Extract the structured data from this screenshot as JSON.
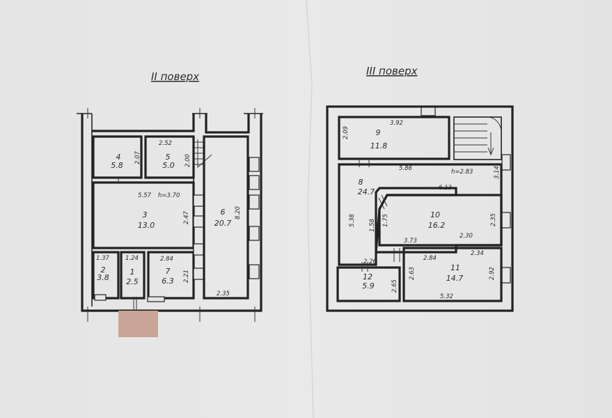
{
  "floors": [
    {
      "title": "II поверх",
      "rooms": [
        {
          "number": "1",
          "area": "2.5"
        },
        {
          "number": "2",
          "area": "3.8"
        },
        {
          "number": "3",
          "area": "13.0"
        },
        {
          "number": "4",
          "area": "5.8"
        },
        {
          "number": "5",
          "area": "5.0"
        },
        {
          "number": "6",
          "area": "20.7"
        },
        {
          "number": "7",
          "area": "6.3"
        }
      ],
      "dims": [
        "2.52",
        "5.57",
        "h=3.70",
        "8.20",
        "2.35",
        "2.84",
        "1.37",
        "1.24",
        "2.07",
        "2.00",
        "2.47",
        "2.21"
      ]
    },
    {
      "title": "III поверх",
      "rooms": [
        {
          "number": "8",
          "area": "24.7"
        },
        {
          "number": "9",
          "area": "11.8"
        },
        {
          "number": "10",
          "area": "16.2"
        },
        {
          "number": "11",
          "area": "14.7"
        },
        {
          "number": "12",
          "area": "5.9"
        }
      ],
      "dims": [
        "3.92",
        "2.09",
        "5.86",
        "h=2.83",
        "6.13",
        "5.38",
        "1.58",
        "1.75",
        "3.73",
        "2.30",
        "2.35",
        "2.34",
        "2.84",
        "2.26",
        "2.63",
        "2.65",
        "2.92",
        "5.32",
        "3.14"
      ]
    }
  ],
  "colors": {
    "paper": "#e6e6e6",
    "ink": "#222222",
    "redaction": "#c8a596"
  }
}
